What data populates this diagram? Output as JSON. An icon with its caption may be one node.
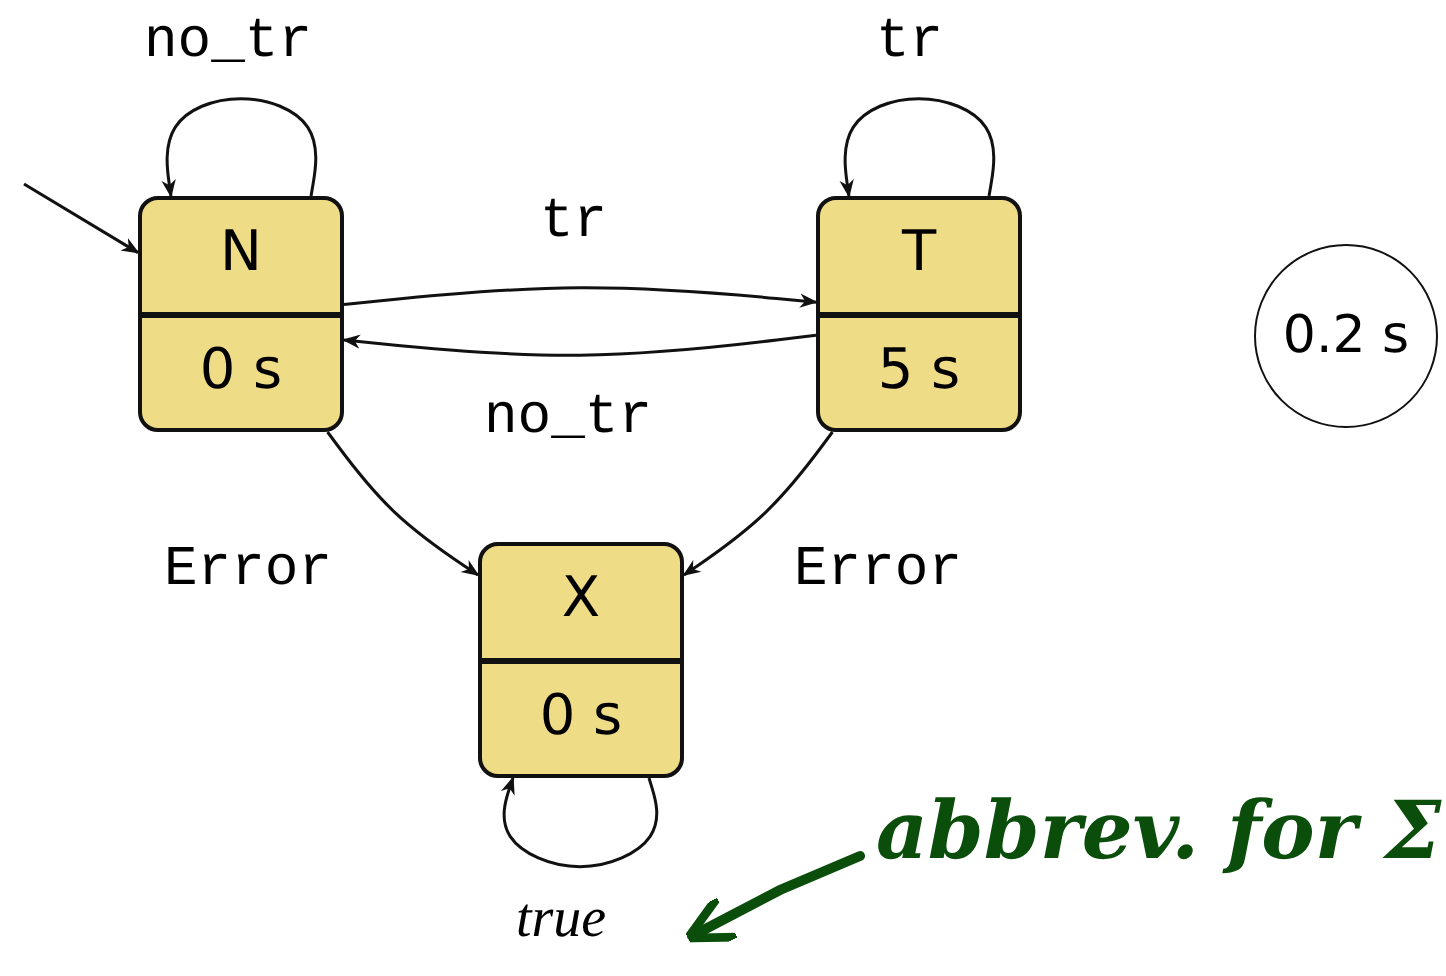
{
  "diagram": {
    "nodes": [
      {
        "text": [
          "N",
          "0 s"
        ]
      },
      {
        "text": [
          "T",
          "5 s"
        ]
      },
      {
        "text": [
          "X",
          "0 s"
        ]
      },
      {
        "text": [
          "0.2 s"
        ]
      },
      {
        "text": [
          "abbrev. for Σ"
        ]
      }
    ],
    "edges": [
      {
        "from": null,
        "to": 0,
        "arrow": "to"
      },
      {
        "from": 0,
        "to": 0,
        "arrow": "to",
        "label": "no_tr"
      },
      {
        "from": 1,
        "to": 1,
        "arrow": "to",
        "label": "tr"
      },
      {
        "from": 0,
        "to": 1,
        "arrow": "to",
        "label": "tr"
      },
      {
        "from": 1,
        "to": 0,
        "arrow": "to",
        "label": "no_tr"
      },
      {
        "from": 0,
        "to": 2,
        "arrow": "to",
        "label": "Error"
      },
      {
        "from": 1,
        "to": 2,
        "arrow": "to",
        "label": "Error"
      },
      {
        "from": 2,
        "to": 2,
        "arrow": "to",
        "label": "true"
      },
      {
        "from": 4,
        "to": null,
        "arrow": "to",
        "color": "#0b4d0b",
        "style": "thick"
      }
    ]
  }
}
